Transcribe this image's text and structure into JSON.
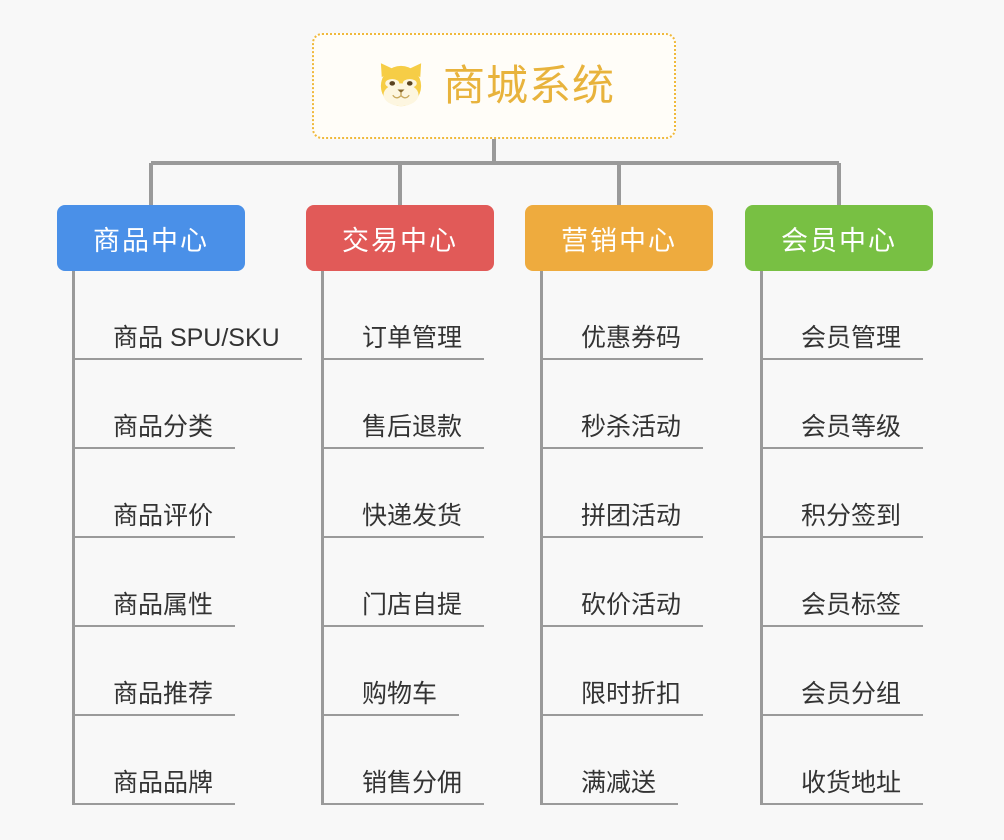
{
  "diagram": {
    "type": "mind-map",
    "background_color": "#f8f8f8",
    "root": {
      "title": "商城系统",
      "icon": "shiba-dog-face-icon",
      "text_color": "#e8b33c",
      "border_color": "#f0b93c",
      "background_color": "#fffdf8"
    },
    "connector_color": "#9a9a9a",
    "branches": [
      {
        "label": "商品中心",
        "color": "#4a90e8",
        "items": [
          "商品 SPU/SKU",
          "商品分类",
          "商品评价",
          "商品属性",
          "商品推荐",
          "商品品牌"
        ]
      },
      {
        "label": "交易中心",
        "color": "#e15a58",
        "items": [
          "订单管理",
          "售后退款",
          "快递发货",
          "门店自提",
          "购物车",
          "销售分佣"
        ]
      },
      {
        "label": "营销中心",
        "color": "#eeab3e",
        "items": [
          "优惠券码",
          "秒杀活动",
          "拼团活动",
          "砍价活动",
          "限时折扣",
          "满减送"
        ]
      },
      {
        "label": "会员中心",
        "color": "#78c043",
        "items": [
          "会员管理",
          "会员等级",
          "积分签到",
          "会员标签",
          "会员分组",
          "收货地址"
        ]
      }
    ]
  }
}
